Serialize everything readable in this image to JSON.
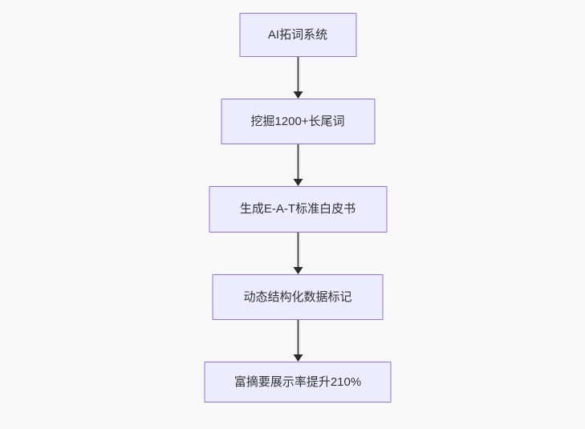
{
  "diagram": {
    "type": "flowchart",
    "direction": "top-down",
    "background_color": "#f8f8f8",
    "node_fill_color": "#ECECFF",
    "node_border_color": "#9370DB",
    "node_text_color": "#333333",
    "arrow_color": "#333333",
    "nodes": [
      {
        "id": "node-1",
        "label": "AI拓词系统"
      },
      {
        "id": "node-2",
        "label": "挖掘1200+长尾词"
      },
      {
        "id": "node-3",
        "label": "生成E-A-T标准白皮书"
      },
      {
        "id": "node-4",
        "label": "动态结构化数据标记"
      },
      {
        "id": "node-5",
        "label": "富摘要展示率提升210%"
      }
    ],
    "edges": [
      {
        "from": "node-1",
        "to": "node-2",
        "style": "arrow-down"
      },
      {
        "from": "node-2",
        "to": "node-3",
        "style": "arrow-down"
      },
      {
        "from": "node-3",
        "to": "node-4",
        "style": "arrow-down"
      },
      {
        "from": "node-4",
        "to": "node-5",
        "style": "arrow-down"
      }
    ]
  }
}
